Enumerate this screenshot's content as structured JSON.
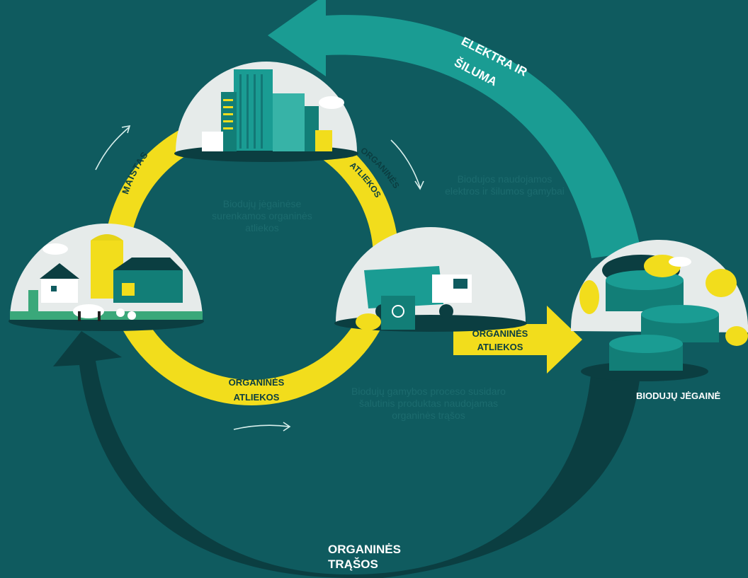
{
  "labels": {
    "electricity_heat": [
      "ELEKTRA IR",
      "ŠILUMA"
    ],
    "food": "MAISTAS",
    "organic_waste_right": [
      "ORGANINĖS",
      "ATLIEKOS"
    ],
    "organic_waste_bottom": [
      "ORGANINĖS",
      "ATLIEKOS"
    ],
    "organic_waste_arrow": [
      "ORGANINĖS",
      "ATLIEKOS"
    ],
    "biogas_plant": "BIODUJŲ JĖGAINĖ",
    "organic_fertilizer": [
      "ORGANINĖS",
      "TRĄŠOS"
    ]
  },
  "faint_notes": {
    "center": "Biodujų jėgainėse surenkamos organinės atliekos",
    "right": "Biodujos naudojamos elektros ir šilumos gamybai",
    "bottom": "Biodujų gamybos proceso susidaro šalutinis produktas naudojamas organinės trąšos"
  },
  "colors": {
    "background": "#0f5b5f",
    "loop_yellow": "#f2dd1c",
    "big_arrow_teal": "#1a9c93",
    "big_arrow_dark": "#0b3e41",
    "text_white": "#ffffff"
  }
}
